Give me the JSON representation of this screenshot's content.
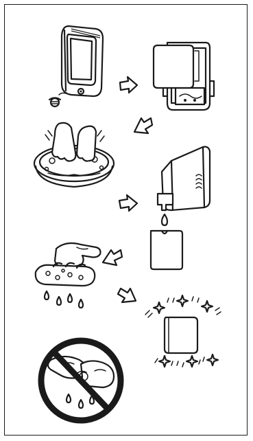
{
  "document": {
    "type": "instruction-illustration",
    "theme_color": "#1a1a1a",
    "background_color": "#ffffff"
  },
  "steps": [
    {
      "id": "step-1",
      "icon": "device-remove-pad-icon"
    },
    {
      "id": "step-2",
      "icon": "pad-detach-icon"
    },
    {
      "id": "step-3",
      "icon": "hand-wash-basin-icon"
    },
    {
      "id": "step-4",
      "icon": "detergent-bottle-icon"
    },
    {
      "id": "step-5",
      "icon": "squeeze-pad-icon"
    },
    {
      "id": "step-6",
      "icon": "clean-sparkle-pad-icon"
    },
    {
      "id": "step-7",
      "icon": "no-wring-icon"
    }
  ],
  "arrows": [
    "arrow-right",
    "arrow-down-left",
    "arrow-right",
    "arrow-down-left",
    "arrow-down-right"
  ]
}
